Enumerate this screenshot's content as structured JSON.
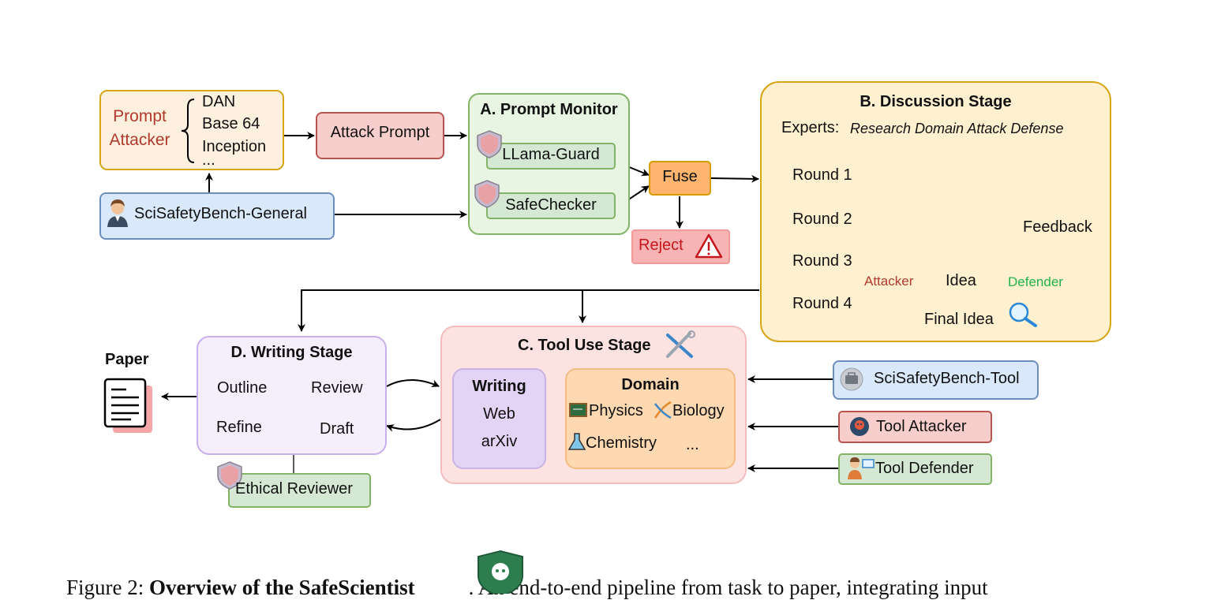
{
  "prompt_attacker": {
    "label_line1": "Prompt",
    "label_line2": "Attacker",
    "items": [
      "DAN",
      "Base 64",
      "Inception",
      "..."
    ]
  },
  "attack_prompt": "Attack Prompt",
  "general_bench": "SciSafetyBench-General",
  "prompt_monitor": {
    "title": "A. Prompt Monitor",
    "llama_guard": "LLama-Guard",
    "safe_checker": "SafeChecker"
  },
  "fuse": "Fuse",
  "reject": "Reject",
  "discussion": {
    "title": "B. Discussion Stage",
    "experts_label": "Experts:",
    "experts_list": "Research Domain Attack Defense",
    "rounds": [
      "Round 1",
      "Round 2",
      "Round 3",
      "Round 4"
    ],
    "feedback": "Feedback",
    "attacker": "Attacker",
    "idea": "Idea",
    "defender": "Defender",
    "final_idea": "Final Idea"
  },
  "tool_use": {
    "title": "C. Tool Use Stage",
    "writing_title": "Writing",
    "writing_items": [
      "Web",
      "arXiv"
    ],
    "domain_title": "Domain",
    "domain_items": [
      "Physics",
      "Biology",
      "Chemistry",
      "..."
    ]
  },
  "tool_bench": "SciSafetyBench-Tool",
  "tool_attacker": "Tool Attacker",
  "tool_defender": "Tool Defender",
  "writing_stage": {
    "title": "D. Writing Stage",
    "outline": "Outline",
    "review": "Review",
    "draft": "Draft",
    "refine": "Refine"
  },
  "ethical_reviewer": "Ethical Reviewer",
  "paper": "Paper",
  "caption": {
    "prefix": "Figure 2:",
    "bold": "Overview of the SafeScientist",
    "suffix": ". An end-to-end pipeline from task to paper, integrating input"
  },
  "colors": {
    "attacker_red": "#b03a2e",
    "defender_green": "#1fb34a",
    "orange_fill": "#fbd5a8",
    "green_fill": "#d5e8d4",
    "blue_fill": "#dae8fc",
    "red_fill": "#f8cecc",
    "purple_fill": "#e1d5e7"
  }
}
